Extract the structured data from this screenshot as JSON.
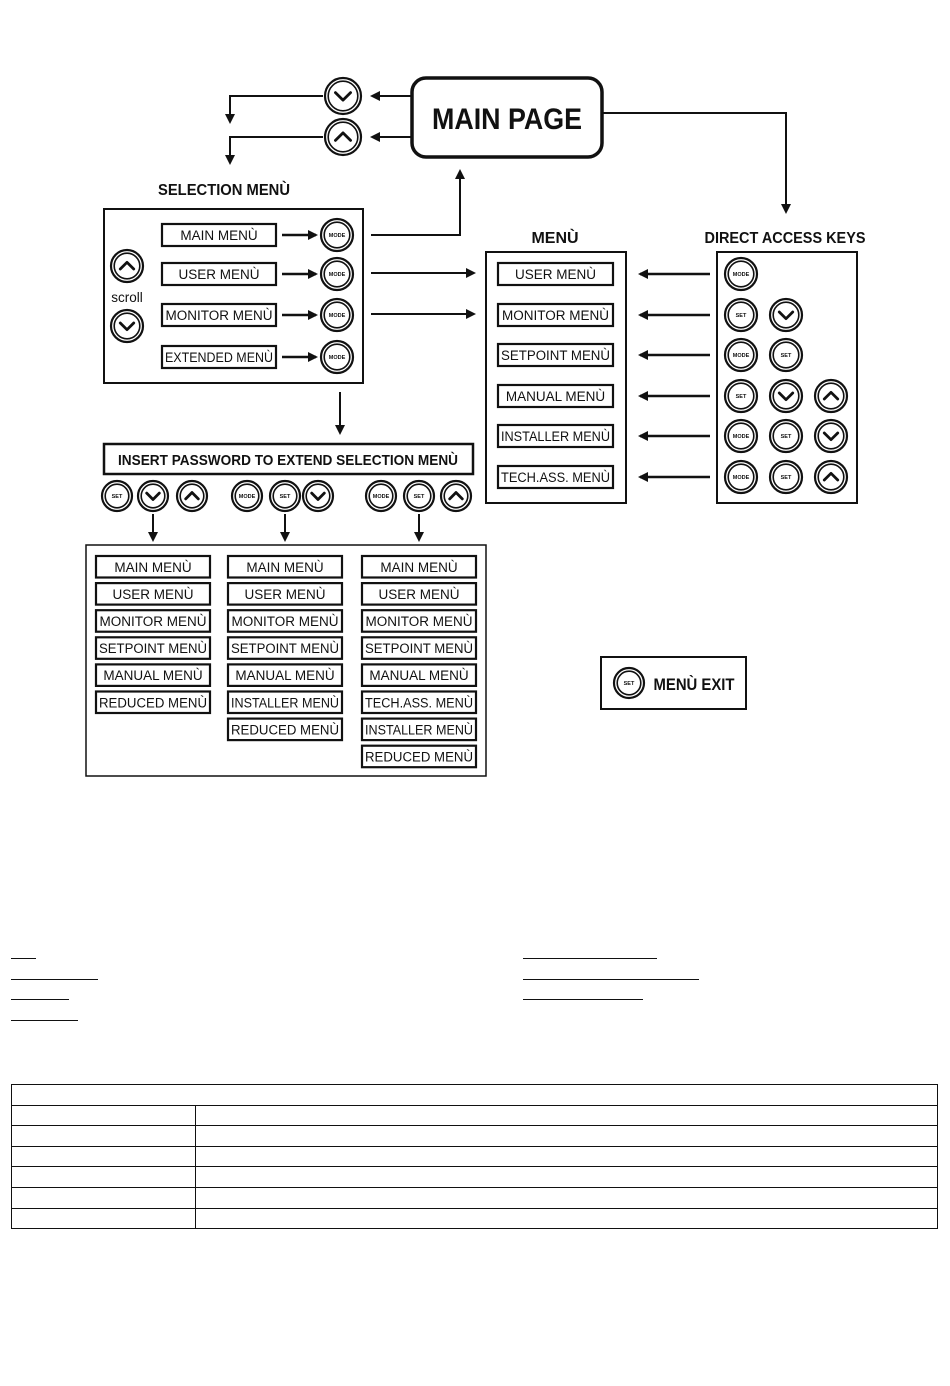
{
  "main_page": "MAIN PAGE",
  "selection_menu": {
    "title": "SELECTION MENÙ",
    "scroll_label": "scroll",
    "items": [
      "MAIN MENÙ",
      "USER MENÙ",
      "MONITOR MENÙ",
      "EXTENDED MENÙ"
    ]
  },
  "menu": {
    "title": "MENÙ",
    "items": [
      "USER MENÙ",
      "MONITOR MENÙ",
      "SETPOINT MENÙ",
      "MANUAL MENÙ",
      "INSTALLER MENÙ",
      "TECH.ASS. MENÙ"
    ]
  },
  "direct_access": {
    "title": "DIRECT ACCESS KEYS",
    "rows": [
      [
        "MODE"
      ],
      [
        "SET",
        "down"
      ],
      [
        "MODE",
        "SET"
      ],
      [
        "SET",
        "down",
        "up"
      ],
      [
        "MODE",
        "SET",
        "down"
      ],
      [
        "MODE",
        "SET",
        "up"
      ]
    ]
  },
  "password": {
    "label": "INSERT PASSWORD TO EXTEND SELECTION MENÙ",
    "key_groups": [
      [
        "SET",
        "down",
        "up"
      ],
      [
        "MODE",
        "SET",
        "down"
      ],
      [
        "MODE",
        "SET",
        "up"
      ]
    ]
  },
  "extended_columns": [
    [
      "MAIN MENÙ",
      "USER MENÙ",
      "MONITOR MENÙ",
      "SETPOINT MENÙ",
      "MANUAL MENÙ",
      "REDUCED MENÙ"
    ],
    [
      "MAIN MENÙ",
      "USER MENÙ",
      "MONITOR MENÙ",
      "SETPOINT MENÙ",
      "MANUAL MENÙ",
      "INSTALLER MENÙ",
      "REDUCED MENÙ"
    ],
    [
      "MAIN MENÙ",
      "USER MENÙ",
      "MONITOR MENÙ",
      "SETPOINT MENÙ",
      "MANUAL MENÙ",
      "TECH.ASS. MENÙ",
      "INSTALLER MENÙ",
      "REDUCED MENÙ"
    ]
  ],
  "menu_exit": {
    "label": "MENÙ EXIT",
    "key": "SET"
  },
  "button_text": {
    "MODE": "MODE",
    "SET": "SET"
  }
}
